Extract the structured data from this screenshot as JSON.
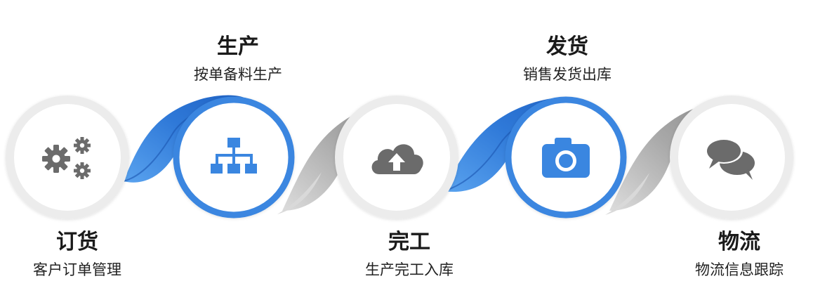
{
  "steps": [
    {
      "title": "订货",
      "desc": "客户订单管理",
      "icon": "gears-icon",
      "highlighted": false
    },
    {
      "title": "生产",
      "desc": "按单备料生产",
      "icon": "hierarchy-icon",
      "highlighted": true
    },
    {
      "title": "完工",
      "desc": "生产完工入库",
      "icon": "cloud-upload-icon",
      "highlighted": false
    },
    {
      "title": "发货",
      "desc": "销售发货出库",
      "icon": "camera-icon",
      "highlighted": true
    },
    {
      "title": "物流",
      "desc": "物流信息跟踪",
      "icon": "chat-bubbles-icon",
      "highlighted": false
    }
  ],
  "colors": {
    "blue": "#3a86e0",
    "blue_dark": "#1f62c4",
    "gray_icon": "#6b6b6b",
    "gray_ring": "#ececec",
    "gray_ribbon": "#9a9a9a",
    "gray_ribbon_light": "#d6d6d6"
  }
}
